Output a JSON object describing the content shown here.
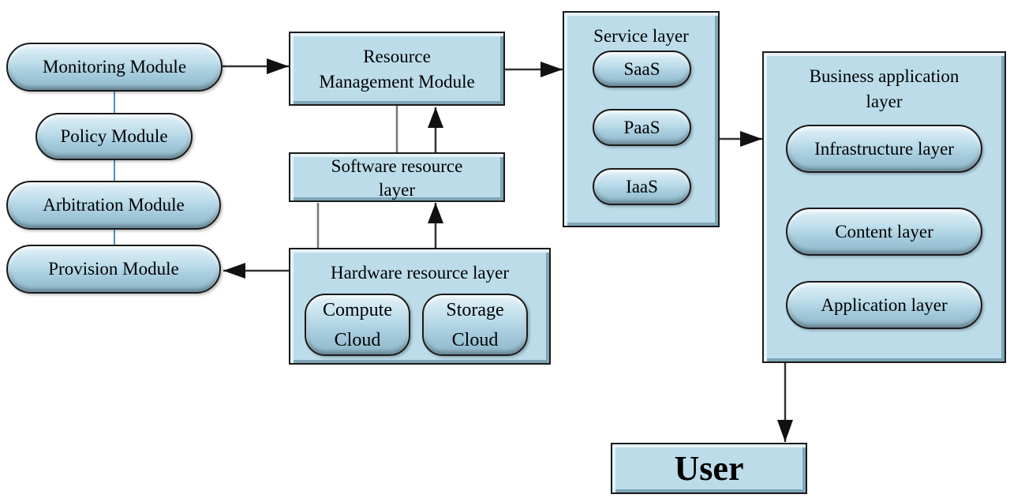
{
  "modules": {
    "monitoring": "Monitoring Module",
    "policy": "Policy Module",
    "arbitration": "Arbitration Module",
    "provision": "Provision Module"
  },
  "resource_management": {
    "line1": "Resource",
    "line2": "Management Module"
  },
  "software_layer": {
    "line1": "Software resource",
    "line2": "layer"
  },
  "hardware_layer": {
    "title": "Hardware resource layer",
    "compute": {
      "line1": "Compute",
      "line2": "Cloud"
    },
    "storage": {
      "line1": "Storage",
      "line2": "Cloud"
    }
  },
  "service_layer": {
    "title": "Service layer",
    "saas": "SaaS",
    "paas": "PaaS",
    "iaas": "IaaS"
  },
  "business_layer": {
    "line1": "Business application",
    "line2": "layer",
    "infrastructure": "Infrastructure layer",
    "content": "Content layer",
    "application": "Application layer"
  },
  "user": "User",
  "colors": {
    "fill": "#bcdcea",
    "border": "#1a1a1a",
    "connector": "#4a90c8"
  }
}
